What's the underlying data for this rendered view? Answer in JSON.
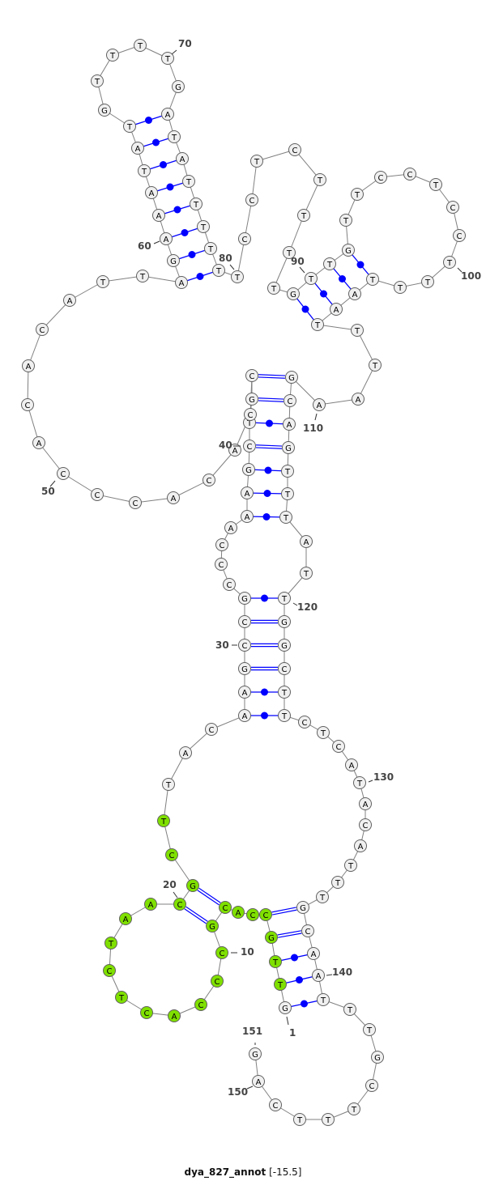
{
  "title": {
    "name": "dya_827_annot",
    "energy": "[-15.5]"
  },
  "structure": {
    "sequence": "GTTGCCACGCCCACTCTAACGCTTACAAGCCGCCCAAAGCTGCCACACCCACACATTAGAAATATGTTTTGATATTTTTTCCTCTTTTGTTGTTCCTCCTTTTAATTTAAGCAGTTTATTGGCTTCTCATACATTTGCAATTTGCTTTCAG",
    "pairs": [
      [
        1,
        141
      ],
      [
        2,
        140
      ],
      [
        3,
        139
      ],
      [
        4,
        138
      ],
      [
        5,
        137
      ],
      [
        8,
        21
      ],
      [
        9,
        20
      ],
      [
        27,
        125
      ],
      [
        28,
        124
      ],
      [
        29,
        123
      ],
      [
        30,
        122
      ],
      [
        31,
        121
      ],
      [
        32,
        120
      ],
      [
        37,
        117
      ],
      [
        38,
        116
      ],
      [
        39,
        115
      ],
      [
        40,
        114
      ],
      [
        41,
        113
      ],
      [
        42,
        112
      ],
      [
        43,
        111
      ],
      [
        58,
        79
      ],
      [
        59,
        78
      ],
      [
        60,
        77
      ],
      [
        61,
        76
      ],
      [
        62,
        75
      ],
      [
        63,
        74
      ],
      [
        64,
        73
      ],
      [
        65,
        72
      ],
      [
        89,
        106
      ],
      [
        90,
        105
      ],
      [
        91,
        104
      ],
      [
        92,
        103
      ]
    ],
    "highlight_range": [
      2,
      23
    ],
    "colors": {
      "highlight": "#7fe000",
      "node": "#f0f0f0",
      "pair": "#0000ff",
      "backbone": "#808080"
    },
    "index_labels": [
      "1",
      "10",
      "20",
      "30",
      "40",
      "50",
      "60",
      "70",
      "80",
      "90",
      "100",
      "110",
      "120",
      "130",
      "140",
      "150",
      "151"
    ]
  }
}
